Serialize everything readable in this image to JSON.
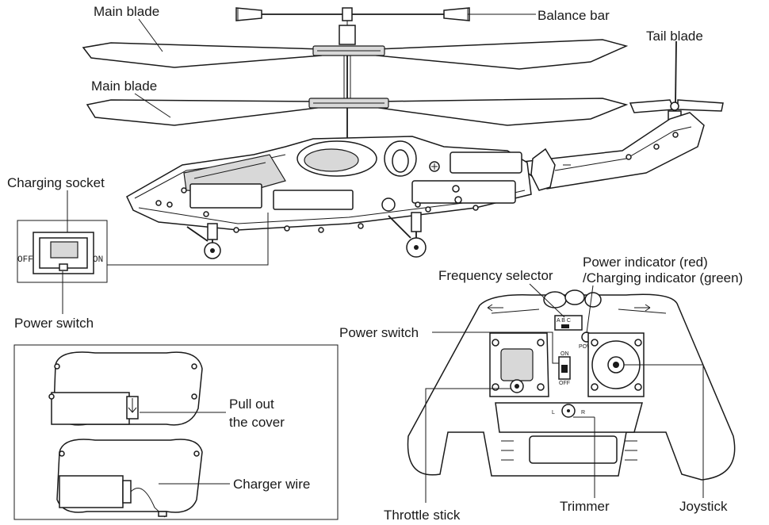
{
  "labels": {
    "main_blade_top": "Main blade",
    "main_blade_bottom": "Main blade",
    "balance_bar": "Balance bar",
    "tail_blade": "Tail blade",
    "charging_socket": "Charging socket",
    "power_switch_heli": "Power switch",
    "off_label": "OFF",
    "on_label": "ON",
    "power_indicator": "Power indicator (red)",
    "charging_indicator": "/Charging indicator (green)",
    "frequency_selector": "Frequency selector",
    "power_switch_remote": "Power switch",
    "pull_out": "Pull out",
    "the_cover": "the cover",
    "charger_wire": "Charger wire",
    "throttle_stick": "Throttle stick",
    "trimmer": "Trimmer",
    "joystick": "Joystick",
    "freq_abc": "A B C",
    "power_small": "POWER",
    "on_small": "ON",
    "off_small": "OFF",
    "trim_l": "L",
    "trim_r": "R"
  }
}
